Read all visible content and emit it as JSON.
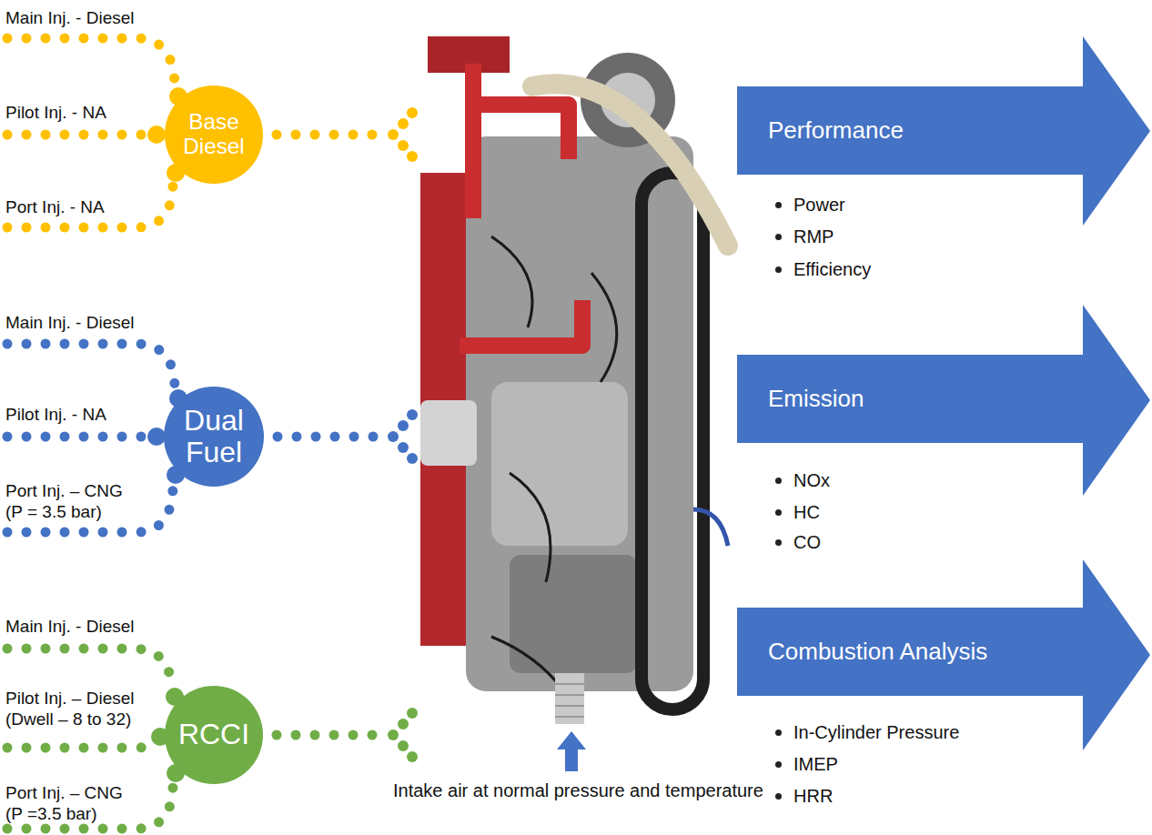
{
  "diagram": {
    "nodes": [
      {
        "text": [
          "Base Diesel"
        ]
      },
      {
        "text": [
          "Dual Fuel"
        ]
      },
      {
        "text": [
          "RCCI"
        ]
      },
      {
        "text": [
          "Performance"
        ]
      },
      {
        "text": [
          "Emission"
        ]
      },
      {
        "text": [
          "Combustion Analysis"
        ]
      }
    ],
    "labels": [
      "Main Inj. - Diesel",
      "Pilot Inj. - NA",
      "Port Inj. - NA",
      "Main Inj. - Diesel",
      "Pilot Inj. - NA",
      "Port Inj. – CNG (P = 3.5 bar)",
      "Main Inj. - Diesel",
      "Pilot Inj. – Diesel (Dwell – 8 to 32)",
      "Port Inj. – CNG (P =3.5 bar)",
      "Power",
      "RMP",
      "Efficiency",
      "NOx",
      "HC",
      "CO",
      "In-Cylinder Pressure",
      "IMEP",
      "HRR",
      "Intake air at normal pressure and temperature"
    ]
  }
}
